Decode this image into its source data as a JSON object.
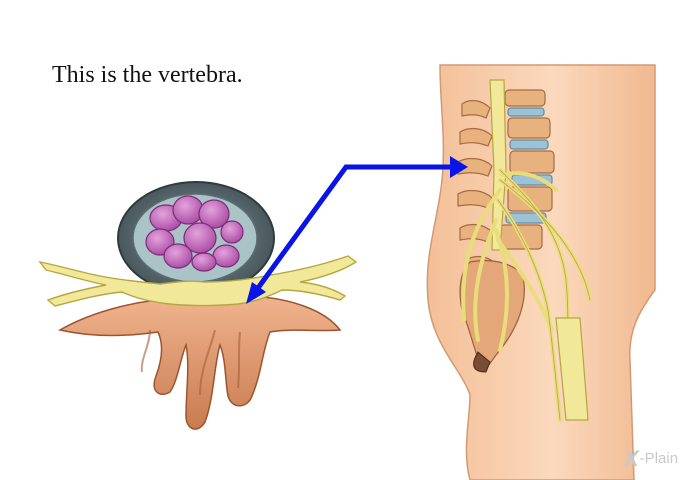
{
  "caption": "This is the vertebra.",
  "logo": {
    "mark": "X",
    "text": "-Plain"
  },
  "colors": {
    "arrow": "#0a14e6",
    "nerve": "#f1e89a",
    "nerve_outline": "#c8b84a",
    "bone": "#e5a37c",
    "bone_dark": "#b9693f",
    "disc_ring": "#6d7f86",
    "nucleus": "#c86cc2",
    "skin": "#f6c9a4",
    "disc_blue": "#9cc2d6"
  },
  "icons": [
    "vertebra-illustration",
    "spine-side-view-illustration",
    "pointer-arrow"
  ]
}
